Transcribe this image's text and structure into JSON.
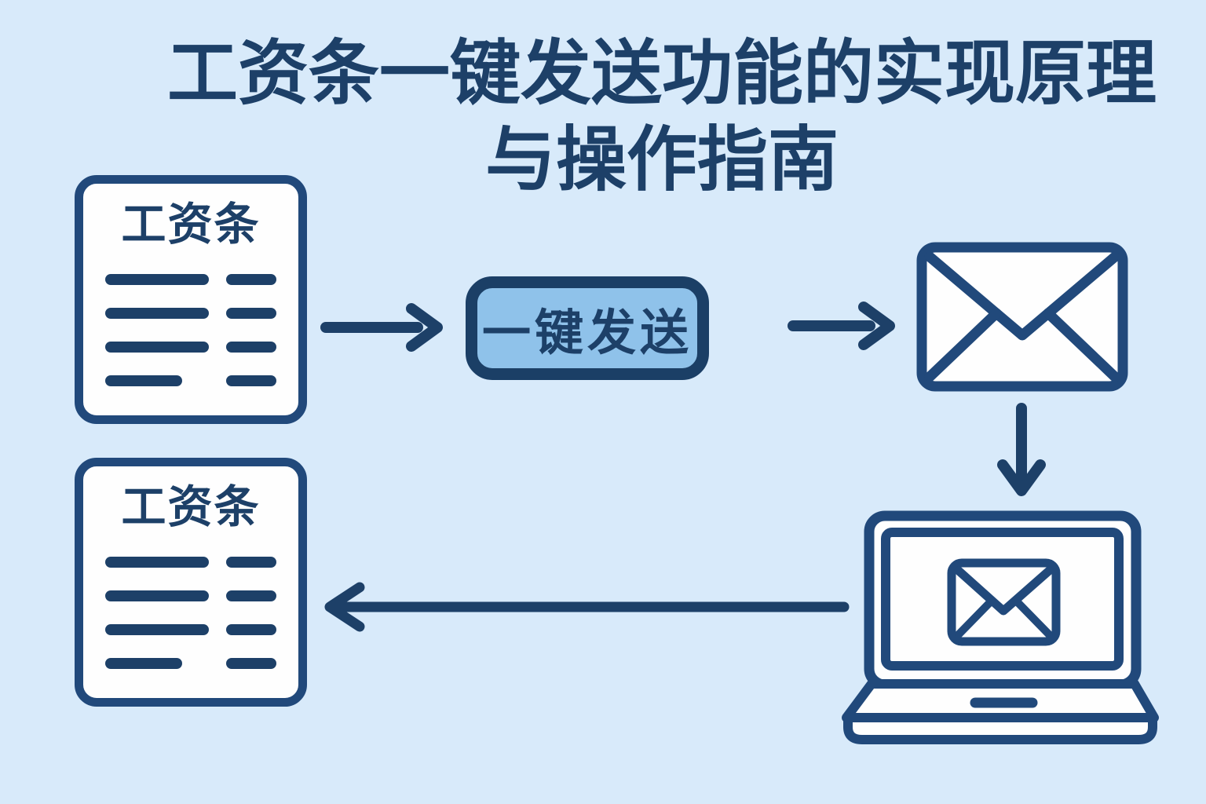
{
  "title": {
    "line1": "工资条一键发送功能的实现原理",
    "line2": "与操作指南"
  },
  "flow": {
    "source_payslip": {
      "label": "工资条",
      "icon": "payslip-document-icon"
    },
    "send_button": {
      "label": "一键发送"
    },
    "email": {
      "icon": "envelope-icon"
    },
    "recipient_device": {
      "icon": "laptop-envelope-icon"
    },
    "received_payslip": {
      "label": "工资条",
      "icon": "payslip-document-icon"
    }
  },
  "arrows": [
    {
      "from": "source_payslip",
      "to": "send_button",
      "direction": "right"
    },
    {
      "from": "send_button",
      "to": "email",
      "direction": "right"
    },
    {
      "from": "email",
      "to": "recipient_device",
      "direction": "down"
    },
    {
      "from": "recipient_device",
      "to": "received_payslip",
      "direction": "left"
    }
  ],
  "colors": {
    "bg": "#d8eafa",
    "ink": "#1d4068",
    "outline": "#21497b",
    "button-fill": "#8fc2ea",
    "button-border": "#1b3f66",
    "card-fill": "#fefefe"
  }
}
